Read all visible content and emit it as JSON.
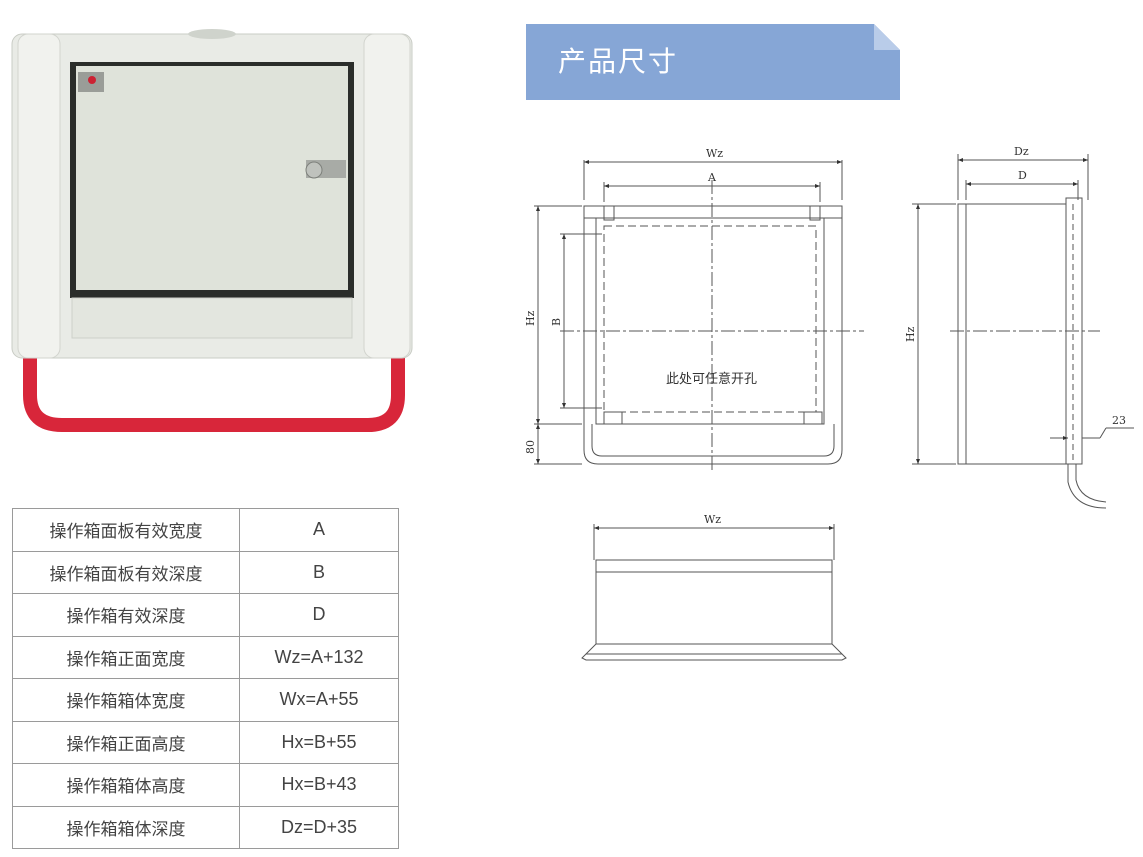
{
  "banner": {
    "title": "产品尺寸",
    "color": "#86a6d6"
  },
  "drawing": {
    "front_labels": {
      "wz": "Wz",
      "a": "A",
      "hz": "Hz",
      "b": "B",
      "bottom": "80",
      "note": "此处可任意开孔"
    },
    "side_labels": {
      "dz": "Dz",
      "d": "D",
      "hz": "Hz",
      "handle": "23"
    },
    "bottom_labels": {
      "wz": "Wz"
    }
  },
  "table": {
    "rows": [
      {
        "label": "操作箱面板有效宽度",
        "value": "A"
      },
      {
        "label": "操作箱面板有效深度",
        "value": "B"
      },
      {
        "label": "操作箱有效深度",
        "value": "D"
      },
      {
        "label": "操作箱正面宽度",
        "value": "Wz=A+132"
      },
      {
        "label": "操作箱箱体宽度",
        "value": "Wx=A+55"
      },
      {
        "label": "操作箱正面高度",
        "value": "Hx=B+55"
      },
      {
        "label": "操作箱箱体高度",
        "value": "Hx=B+43"
      },
      {
        "label": "操作箱箱体深度",
        "value": "Dz=D+35"
      }
    ]
  },
  "colors": {
    "handle": "#d8263a",
    "enclosure": "#e9ebe6",
    "panel": "#dfe3da"
  }
}
